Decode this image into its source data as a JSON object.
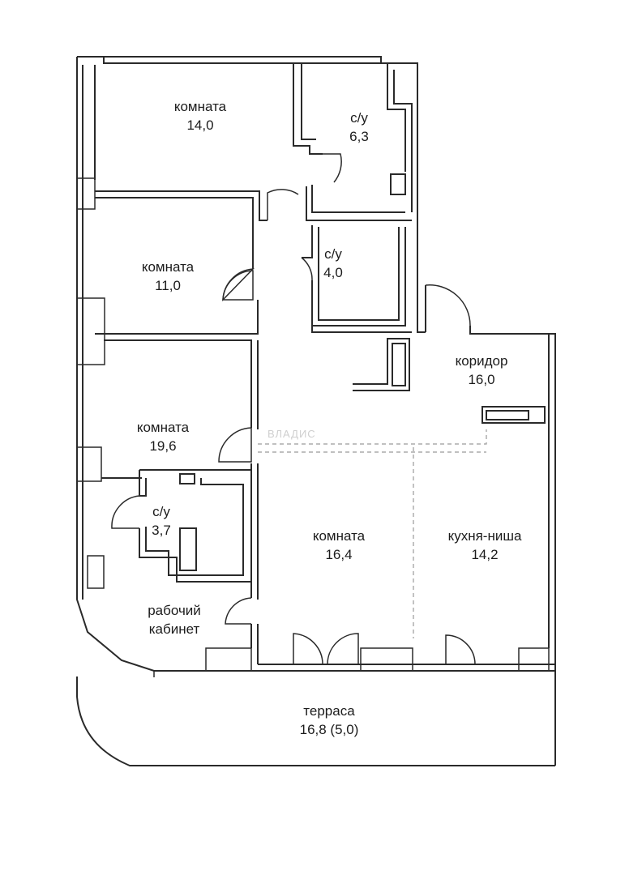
{
  "plan": {
    "rooms": [
      {
        "id": "room-1",
        "name": "комната",
        "area": "14,0"
      },
      {
        "id": "bath-1",
        "name": "с/у",
        "area": "6,3"
      },
      {
        "id": "room-2",
        "name": "комната",
        "area": "11,0"
      },
      {
        "id": "bath-2",
        "name": "с/у",
        "area": "4,0"
      },
      {
        "id": "corridor",
        "name": "коридор",
        "area": "16,0"
      },
      {
        "id": "room-3",
        "name": "комната",
        "area": "19,6"
      },
      {
        "id": "bath-3",
        "name": "с/у",
        "area": "3,7"
      },
      {
        "id": "room-4",
        "name": "комната",
        "area": "16,4"
      },
      {
        "id": "kitchen",
        "name": "кухня-ниша",
        "area": "14,2"
      },
      {
        "id": "study",
        "name": "рабочий",
        "name2": "кабинет"
      },
      {
        "id": "terrace",
        "name": "терраса",
        "area": "16,8 (5,0)"
      }
    ],
    "watermark": "ВЛАДИС",
    "colors": {
      "wall": "#2a2a2a",
      "background": "#ffffff",
      "watermark": "#cfcfcf"
    }
  }
}
